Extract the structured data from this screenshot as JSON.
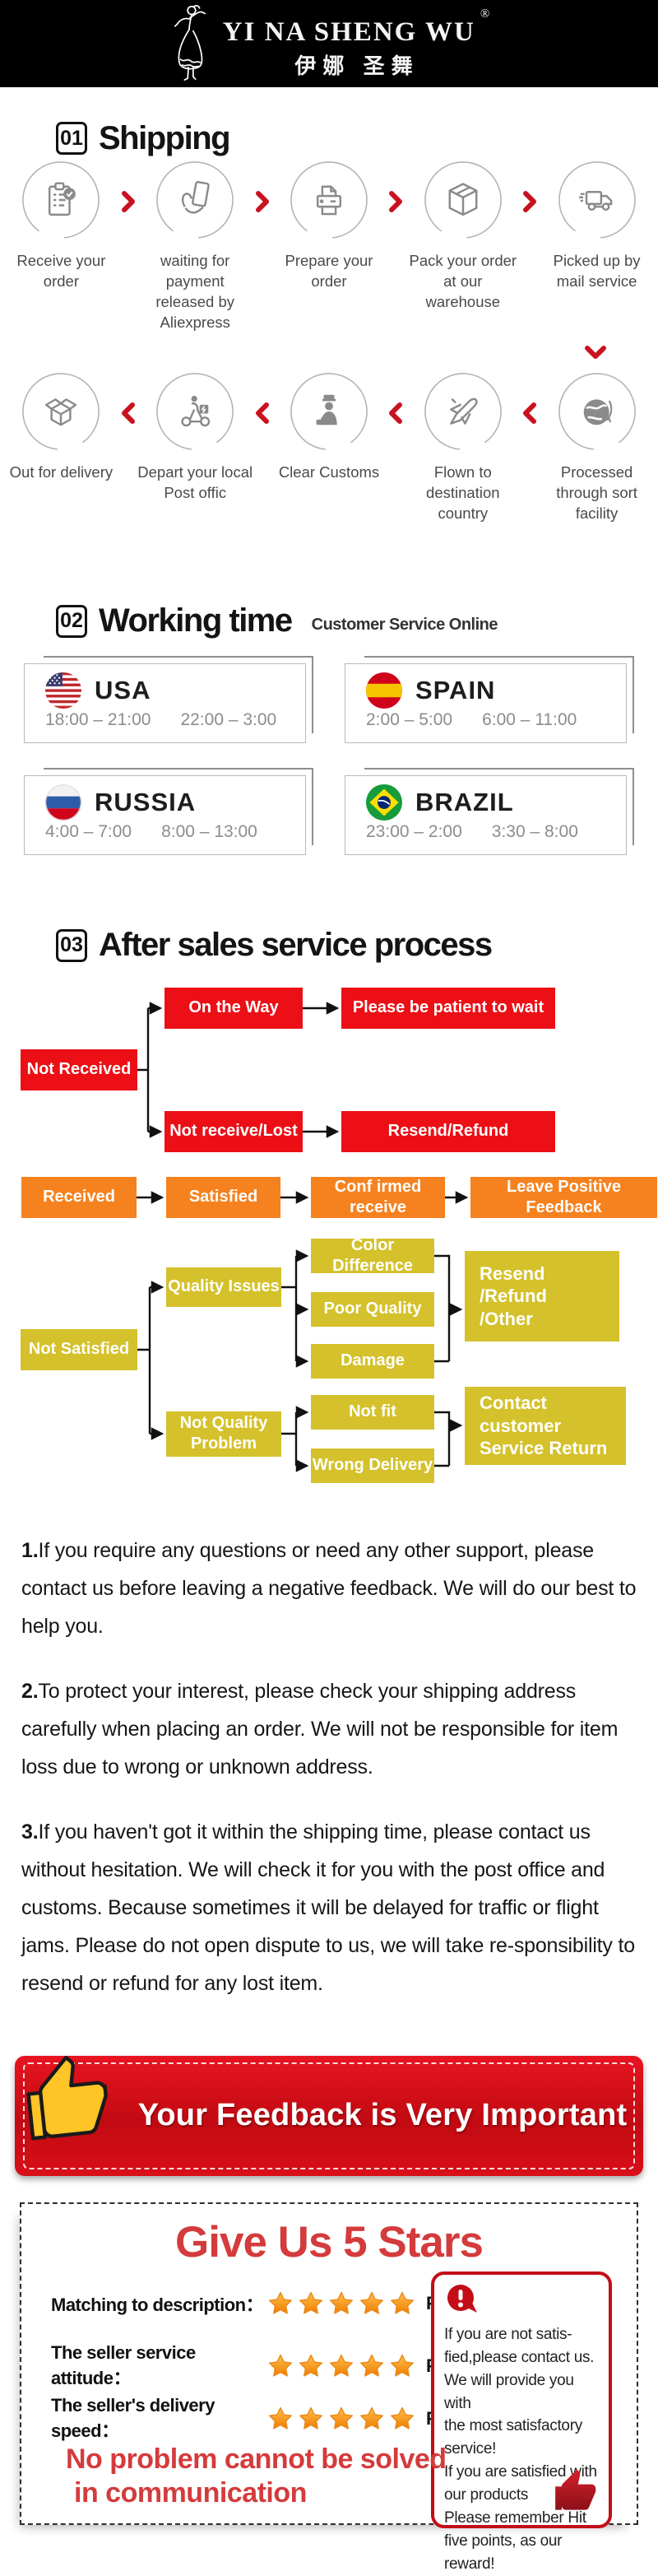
{
  "colors": {
    "flow_red": "#ec0f16",
    "flow_orange": "#f5821f",
    "flow_yellow": "#d4c12b",
    "arrow_red": "#c9121f",
    "title_red": "#d43b3c",
    "banner_red": "#d90f18",
    "header_bg": "#000000"
  },
  "header": {
    "brand": "YI NA SHENG WU",
    "registered": "®",
    "brand_cn": "伊娜 圣舞"
  },
  "shipping": {
    "num": "01",
    "title": "Shipping",
    "row1": [
      {
        "label": "Receive your order",
        "icon": "clipboard-check-icon"
      },
      {
        "label": "waiting for payment released by Aliexpress",
        "icon": "payment-card-icon"
      },
      {
        "label": "Prepare your order",
        "icon": "printer-icon"
      },
      {
        "label": "Pack your order at our warehouse",
        "icon": "package-icon"
      },
      {
        "label": "Picked up by mail service",
        "icon": "truck-icon"
      }
    ],
    "row2": [
      {
        "label": "Out for delivery",
        "icon": "open-box-icon"
      },
      {
        "label": "Depart your local Post offic",
        "icon": "courier-scooter-icon"
      },
      {
        "label": "Clear Customs",
        "icon": "customs-officer-icon"
      },
      {
        "label": "Flown to destination country",
        "icon": "airplane-icon"
      },
      {
        "label": "Processed through sort facility",
        "icon": "globe-icon"
      }
    ]
  },
  "working_time": {
    "num": "02",
    "title": "Working time",
    "subtitle": "Customer Service Online",
    "countries": [
      {
        "name": "USA",
        "flag": "usa-flag-icon",
        "time1": "18:00 – 21:00",
        "time2": "22:00 – 3:00"
      },
      {
        "name": "SPAIN",
        "flag": "spain-flag-icon",
        "time1": "2:00 – 5:00",
        "time2": "6:00 – 11:00"
      },
      {
        "name": "RUSSIA",
        "flag": "russia-flag-icon",
        "time1": "4:00 – 7:00",
        "time2": "8:00 – 13:00"
      },
      {
        "name": "BRAZIL",
        "flag": "brazil-flag-icon",
        "time1": "23:00 – 2:00",
        "time2": "3:30 – 8:00"
      }
    ]
  },
  "after_sales": {
    "num": "03",
    "title": "After sales service process",
    "flow": {
      "not_received": "Not Received",
      "on_the_way": "On the Way",
      "patient": "Please be patient to wait",
      "not_receive_lost": "Not receive/Lost",
      "resend_refund": "Resend/Refund",
      "received": "Received",
      "satisfied": "Satisfied",
      "confirmed": "Conf irmed receive",
      "leave_feedback": "Leave Positive Feedback",
      "not_satisfied": "Not Satisfied",
      "quality_issues": "Quality Issues",
      "color_difference": "Color Difference",
      "poor_quality": "Poor Quality",
      "damage": "Damage",
      "resend_other_lines": [
        "Resend",
        "/Refund",
        "/Other"
      ],
      "not_fit": "Not fit",
      "not_quality_lines": [
        "Not Quality",
        "Problem"
      ],
      "wrong_delivery": "Wrong Delivery",
      "contact_lines": [
        "Contact customer",
        "Service Return"
      ]
    }
  },
  "notes": [
    {
      "num": "1.",
      "text": "If you require any questions or need any other support, please contact us before leaving a negative feedback. We will do our best to help you."
    },
    {
      "num": "2.",
      "text": "To protect your interest, please check your shipping address carefully when placing an order. We will not be responsible for item loss due to wrong or unknown address."
    },
    {
      "num": "3.",
      "text": "If you haven't got it within the shipping time, please contact us without hesitation. We will check it for you with the post office and customs. Because sometimes it will be delayed for traffic or flight jams. Please do not open dispute to us, we will take re-sponsibility to resend or refund for any lost item."
    }
  ],
  "banner": {
    "text": "Your Feedback is Very Important"
  },
  "stars_box": {
    "title": "Give Us 5 Stars",
    "points_label": "Five points",
    "ratings": [
      {
        "label": "Matching to description：",
        "stars": 5
      },
      {
        "label": "The seller service attitude：",
        "stars": 5
      },
      {
        "label": "The seller's delivery speed：",
        "stars": 5
      }
    ],
    "notice_lines": [
      "If you are not satis-",
      "fied,please contact us.",
      "We will provide you with",
      "the most satisfactory",
      "service!",
      "If you are satisfied with",
      "our products",
      "Please remember Hit",
      "five points, as our",
      "reward!"
    ],
    "bottom_lines": [
      "No problem cannot be solved",
      "in communication"
    ]
  }
}
